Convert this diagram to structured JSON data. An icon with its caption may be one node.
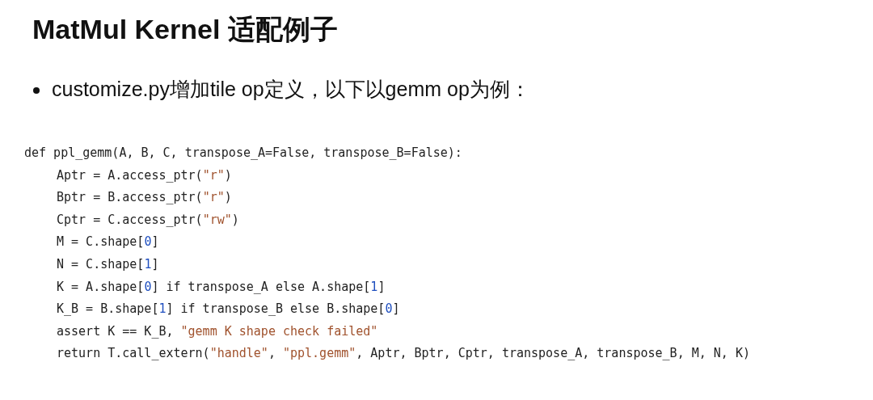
{
  "diagram": {
    "title": "MatMul Kernel 适配例子",
    "labels": [
      "customize.py增加tile op定义，以下以gemm op为例：",
      "def ppl_gemm(A, B, C, transpose_A=False, transpose_B=False):",
      "Aptr = A.access_ptr(\"r\")",
      "Bptr = B.access_ptr(\"r\")",
      "Cptr = C.access_ptr(\"rw\")",
      "M = C.shape[0]",
      "N = C.shape[1]",
      "K = A.shape[0] if transpose_A else A.shape[1]",
      "K_B = B.shape[1] if transpose_B else B.shape[0]",
      "assert K == K_B, \"gemm K shape check failed\"",
      "return T.call_extern(\"handle\", \"ppl.gemm\", Aptr, Bptr, Cptr, transpose_A, transpose_B, M, N, K)"
    ]
  }
}
